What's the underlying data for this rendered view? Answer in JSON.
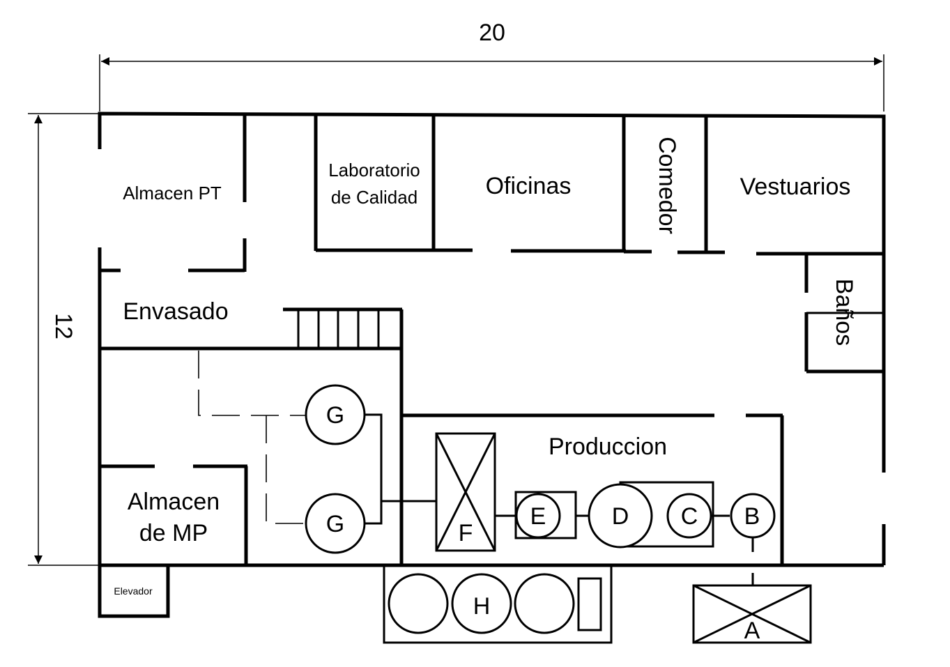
{
  "dimensions": {
    "width": "20",
    "height": "12"
  },
  "rooms": {
    "almacen_pt": "Almacen PT",
    "laboratorio_line1": "Laboratorio",
    "laboratorio_line2": "de Calidad",
    "oficinas": "Oficinas",
    "comedor": "Comedor",
    "vestuarios": "Vestuarios",
    "banos": "Baños",
    "envasado": "Envasado",
    "produccion": "Produccion",
    "almacen_mp_line1": "Almacen",
    "almacen_mp_line2": "de MP",
    "elevador": "Elevador"
  },
  "equipment": {
    "a": "A",
    "b": "B",
    "c": "C",
    "d": "D",
    "e": "E",
    "f": "F",
    "g_upper": "G",
    "g_lower": "G",
    "h": "H"
  }
}
